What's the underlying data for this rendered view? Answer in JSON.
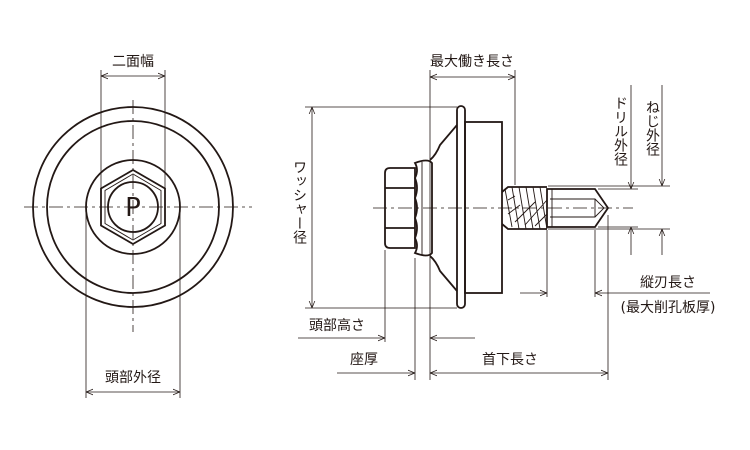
{
  "front_view": {
    "center_mark": "P",
    "labels": {
      "across_flats": "二面幅",
      "head_outer_diameter": "頭部外径"
    }
  },
  "side_view": {
    "labels": {
      "max_working_length": "最大働き長さ",
      "washer_diameter": "ワッシャー径",
      "drill_outer_diameter": "ドリル外径",
      "thread_outer_diameter": "ねじ外径",
      "flute_length": "縦刃長さ",
      "max_drill_thickness": "(最大削孔板厚)",
      "head_height": "頭部高さ",
      "seat_thickness": "座厚",
      "length_under_head": "首下長さ"
    }
  },
  "colors": {
    "line": "#231815",
    "background": "#ffffff"
  }
}
